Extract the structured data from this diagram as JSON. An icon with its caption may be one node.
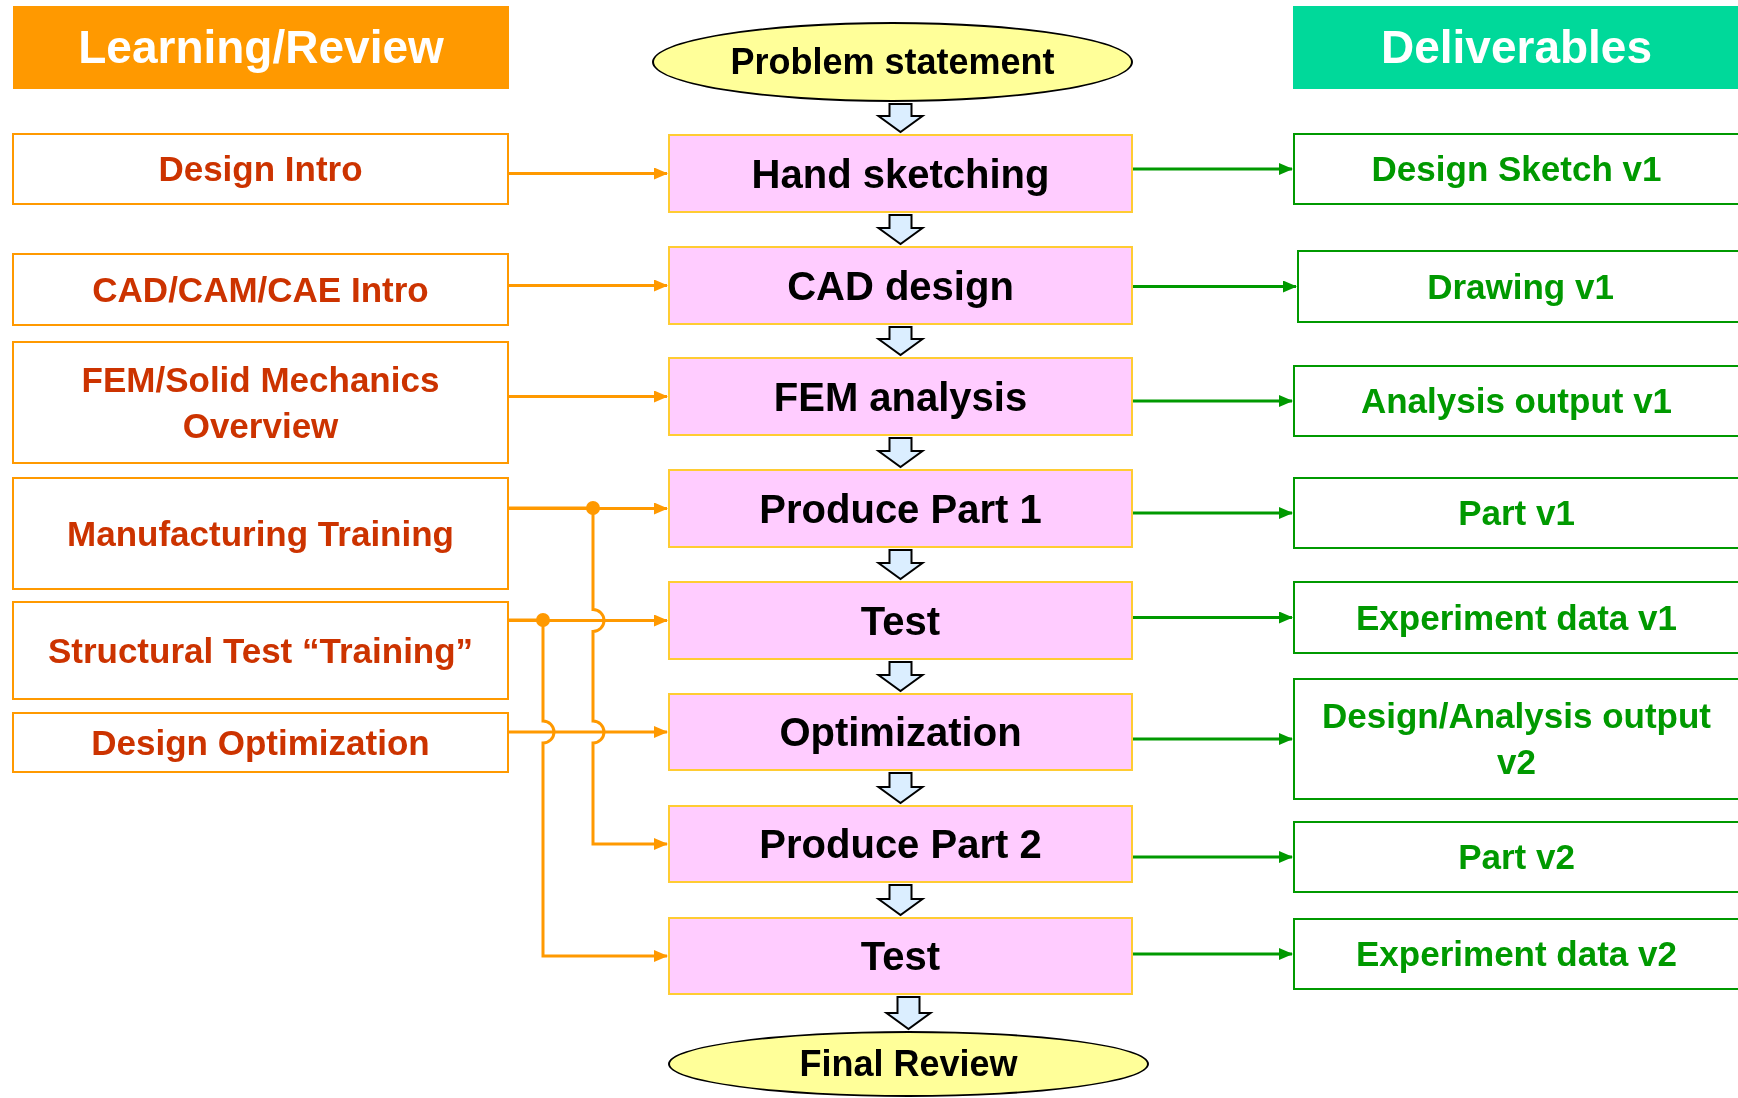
{
  "diagram": {
    "nodes": [
      {
        "text": [
          "Learning/Review"
        ]
      },
      {
        "text": [
          "Deliverables"
        ]
      },
      {
        "text": [
          "Problem statement"
        ]
      },
      {
        "text": [
          "Design Intro"
        ]
      },
      {
        "text": [
          "Hand sketching"
        ]
      },
      {
        "text": [
          "Design Sketch v1"
        ]
      },
      {
        "text": [
          "CAD/CAM/CAE Intro"
        ]
      },
      {
        "text": [
          "CAD design"
        ]
      },
      {
        "text": [
          "Drawing v1"
        ]
      },
      {
        "text": [
          "FEM/Solid Mechanics Overview"
        ]
      },
      {
        "text": [
          "FEM analysis"
        ]
      },
      {
        "text": [
          "Analysis output v1"
        ]
      },
      {
        "text": [
          "Manufacturing Training"
        ]
      },
      {
        "text": [
          "Produce Part 1"
        ]
      },
      {
        "text": [
          "Part v1"
        ]
      },
      {
        "text": [
          "Structural Test “Training”"
        ]
      },
      {
        "text": [
          "Test"
        ]
      },
      {
        "text": [
          "Experiment data v1"
        ]
      },
      {
        "text": [
          "Design Optimization"
        ]
      },
      {
        "text": [
          "Optimization"
        ]
      },
      {
        "text": [
          "Design/Analysis output v2"
        ]
      },
      {
        "text": [
          "Produce Part 2"
        ]
      },
      {
        "text": [
          "Part v2"
        ]
      },
      {
        "text": [
          "Test"
        ]
      },
      {
        "text": [
          "Experiment data v2"
        ]
      },
      {
        "text": [
          "Final Review"
        ]
      }
    ],
    "edges": [
      {
        "from": 2,
        "to": 4,
        "arrow": "to",
        "style": "thick"
      },
      {
        "from": 4,
        "to": 7,
        "arrow": "to",
        "style": "thick"
      },
      {
        "from": 7,
        "to": 10,
        "arrow": "to",
        "style": "thick"
      },
      {
        "from": 10,
        "to": 13,
        "arrow": "to",
        "style": "thick"
      },
      {
        "from": 13,
        "to": 16,
        "arrow": "to",
        "style": "thick"
      },
      {
        "from": 16,
        "to": 19,
        "arrow": "to",
        "style": "thick"
      },
      {
        "from": 19,
        "to": 21,
        "arrow": "to",
        "style": "thick"
      },
      {
        "from": 21,
        "to": 23,
        "arrow": "to",
        "style": "thick"
      },
      {
        "from": 23,
        "to": 25,
        "arrow": "to",
        "style": "thick"
      },
      {
        "from": 3,
        "to": 4,
        "arrow": "to",
        "color": "#ff9900"
      },
      {
        "from": 6,
        "to": 7,
        "arrow": "to",
        "color": "#ff9900"
      },
      {
        "from": 9,
        "to": 10,
        "arrow": "to",
        "color": "#ff9900"
      },
      {
        "from": 12,
        "to": 13,
        "arrow": "to",
        "color": "#ff9900"
      },
      {
        "from": 12,
        "to": 21,
        "arrow": "to",
        "color": "#ff9900"
      },
      {
        "from": 15,
        "to": 16,
        "arrow": "to",
        "color": "#ff9900"
      },
      {
        "from": 15,
        "to": 23,
        "arrow": "to",
        "color": "#ff9900"
      },
      {
        "from": 18,
        "to": 19,
        "arrow": "to",
        "color": "#ff9900"
      },
      {
        "from": 4,
        "to": 5,
        "arrow": "to",
        "color": "#009900"
      },
      {
        "from": 7,
        "to": 8,
        "arrow": "to",
        "color": "#009900"
      },
      {
        "from": 10,
        "to": 11,
        "arrow": "to",
        "color": "#009900"
      },
      {
        "from": 13,
        "to": 14,
        "arrow": "to",
        "color": "#009900"
      },
      {
        "from": 16,
        "to": 17,
        "arrow": "to",
        "color": "#009900"
      },
      {
        "from": 19,
        "to": 20,
        "arrow": "to",
        "color": "#009900"
      },
      {
        "from": 21,
        "to": 22,
        "arrow": "to",
        "color": "#009900"
      },
      {
        "from": 23,
        "to": 24,
        "arrow": "to",
        "color": "#009900"
      }
    ]
  }
}
